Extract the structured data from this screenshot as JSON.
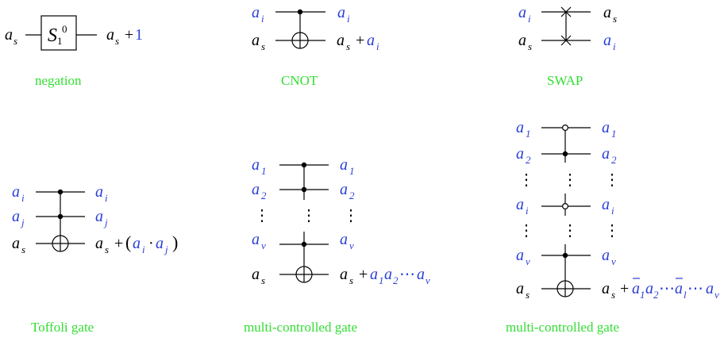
{
  "colors": {
    "black": "#000000",
    "blue": "#2b3fd6",
    "caption": "#33dd33"
  },
  "gates": {
    "negation": {
      "caption": "negation",
      "symbol": "S",
      "sup": "0",
      "sub": "1",
      "plus_one": "+1",
      "in_var": "a",
      "in_sub": "s"
    },
    "cnot": {
      "caption": "CNOT"
    },
    "swap": {
      "caption": "SWAP"
    },
    "toffoli": {
      "caption": "Toffoli gate"
    },
    "mc1": {
      "caption": "multi-controlled gate"
    },
    "mc2": {
      "caption": "multi-controlled gate"
    }
  },
  "glyphs": {
    "a": "a",
    "plus": "+",
    "dots": "⋮",
    "hdots": "⋯",
    "dot": "·",
    "lp": "(",
    "rp": ")"
  },
  "subs": {
    "s": "s",
    "i": "i",
    "j": "j",
    "one": "1",
    "two": "2",
    "v": "v",
    "l": "l"
  }
}
